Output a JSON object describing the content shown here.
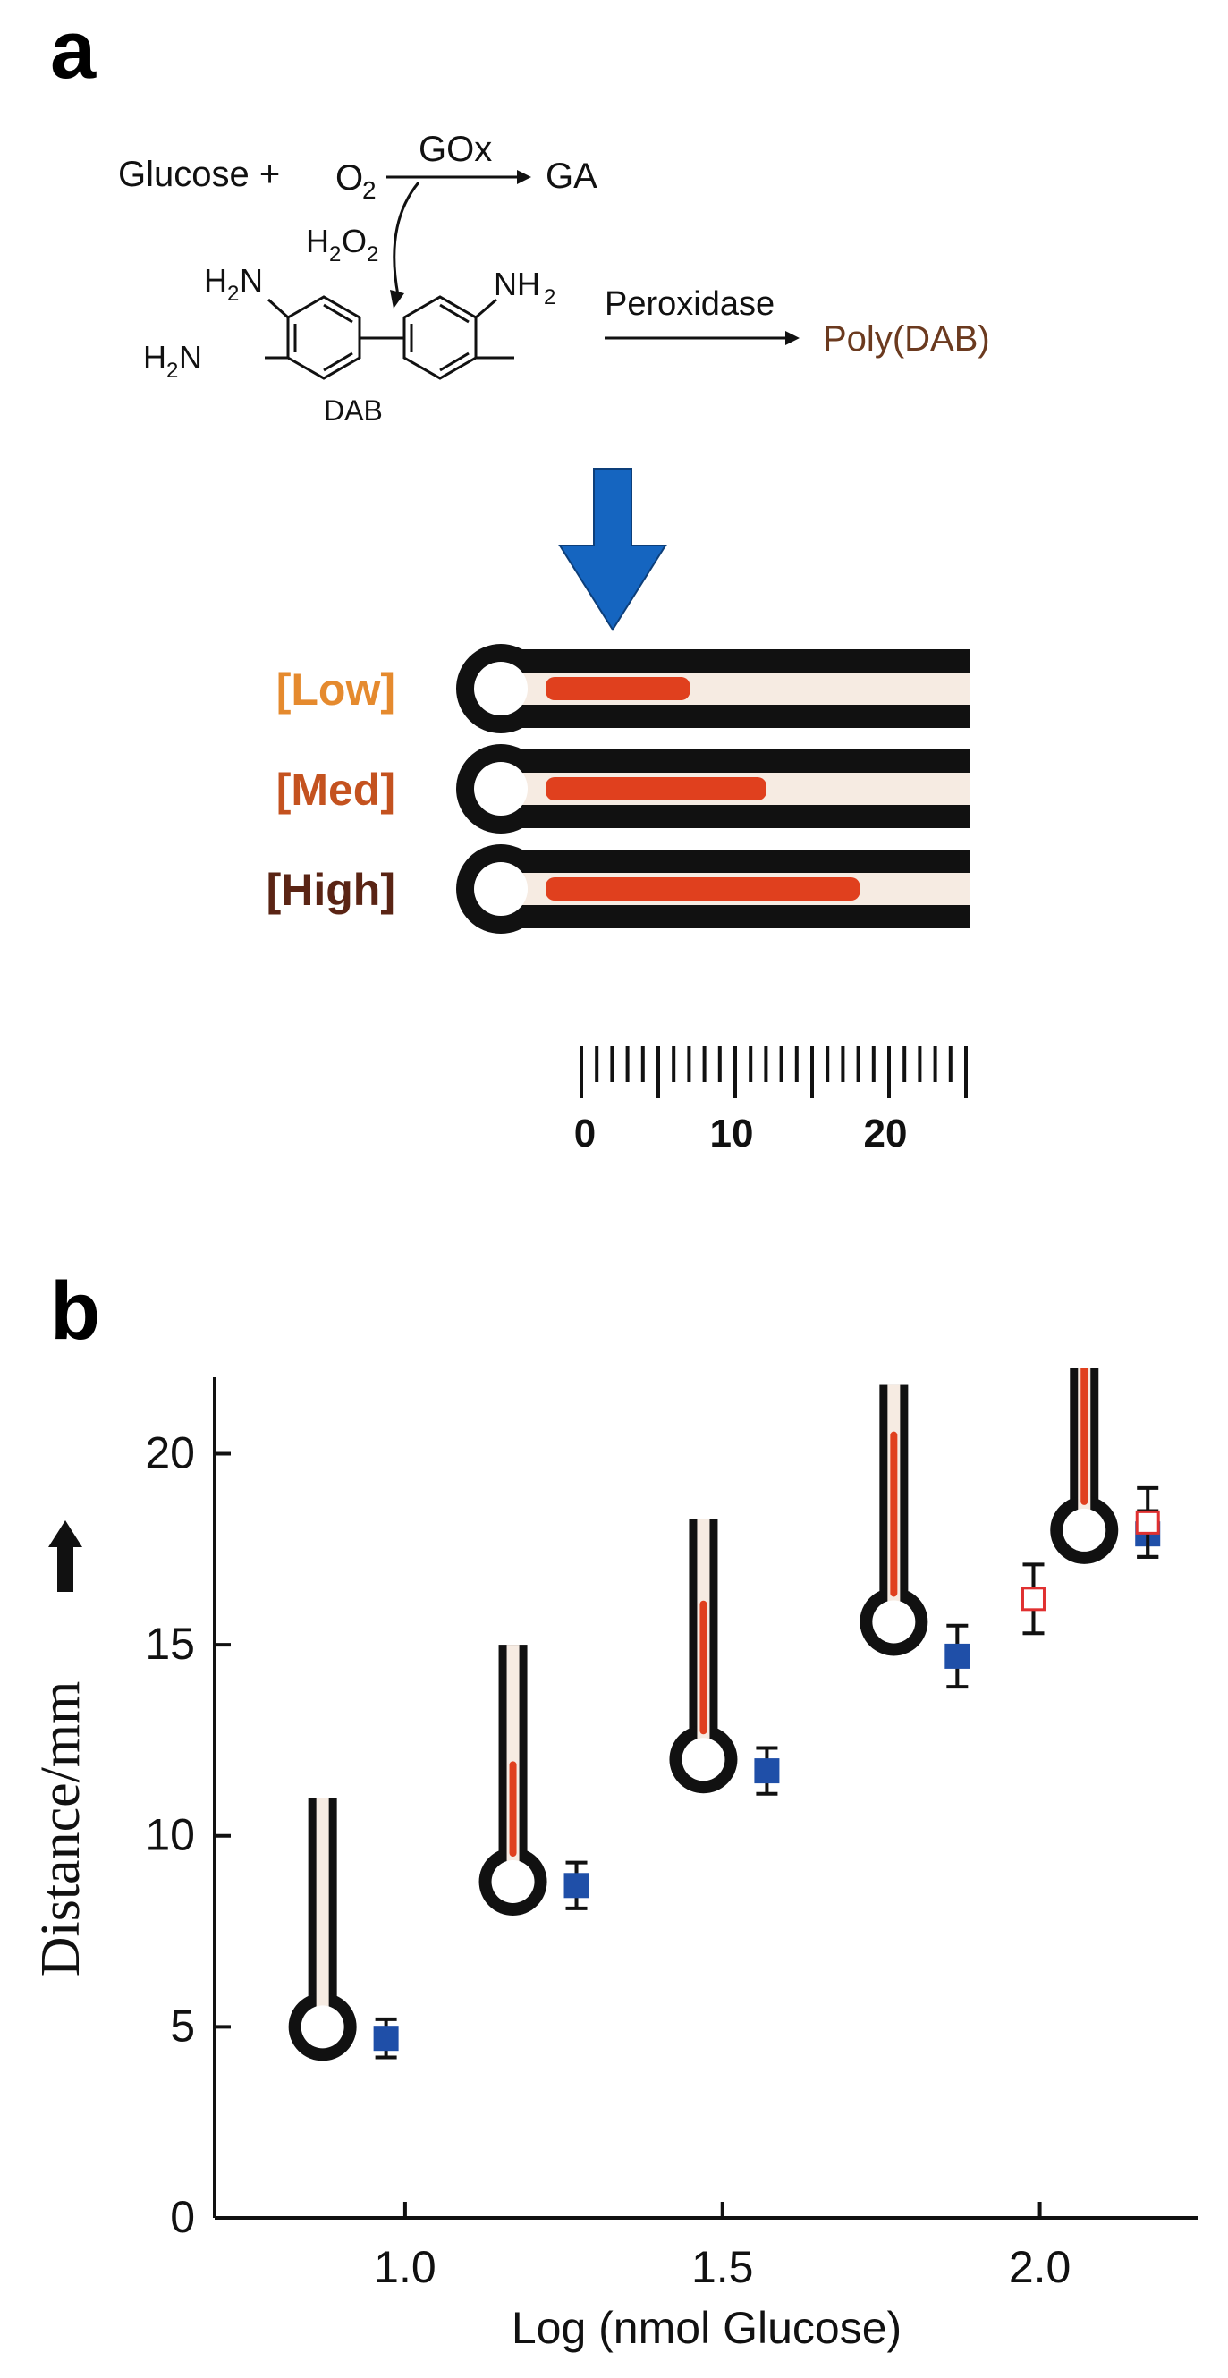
{
  "panel_a": {
    "label": "a",
    "reaction": {
      "glucose_plus": "Glucose +",
      "o2_main": "O",
      "o2_sub": "2",
      "enzyme": "GOx",
      "product": "GA",
      "h2o2_h1": "H",
      "h2o2_sub1": "2",
      "h2o2_o": "O",
      "h2o2_sub2": "2",
      "nh2_left_top": "H",
      "nh2_left_top_sub": "2",
      "nh2_left_top_n": "N",
      "nh2_left_bottom": "H",
      "nh2_left_bottom_sub": "2",
      "nh2_left_bottom_n": "N",
      "nh2_right_n": "NH",
      "nh2_right_sub": "2",
      "dab_label": "DAB",
      "catalyst": "Peroxidase",
      "polymer": "Poly(DAB)"
    },
    "arrow_color": "#1565c0",
    "channels": [
      {
        "label": "[Low]",
        "color": "#e58a2e",
        "fill_fraction": 0.34
      },
      {
        "label": "[Med]",
        "color": "#c4521f",
        "fill_fraction": 0.52
      },
      {
        "label": "[High]",
        "color": "#5a2414",
        "fill_fraction": 0.74
      }
    ],
    "ruler_ticks": [
      "0",
      "10",
      "20"
    ]
  },
  "panel_b": {
    "label": "b",
    "ylabel": "Distance/mm",
    "xlabel": "Log (nmol Glucose)"
  },
  "chart_data": {
    "type": "scatter",
    "title": "",
    "xlabel": "Log (nmol Glucose)",
    "ylabel": "Distance/mm",
    "xlim": [
      0.7,
      2.25
    ],
    "ylim": [
      0,
      22
    ],
    "x_ticks": [
      "1.0",
      "1.5",
      "2.0"
    ],
    "x_tick_values": [
      1.0,
      1.5,
      2.0
    ],
    "y_ticks": [
      "0",
      "5",
      "10",
      "15",
      "20"
    ],
    "y_tick_values": [
      0,
      5,
      10,
      15,
      20
    ],
    "grid": false,
    "series": [
      {
        "marker": "filled-square",
        "color": "#1f4fa8",
        "points": [
          {
            "x": 0.97,
            "y": 4.7,
            "err": 0.5
          },
          {
            "x": 1.27,
            "y": 8.7,
            "err": 0.6
          },
          {
            "x": 1.57,
            "y": 11.7,
            "err": 0.6
          },
          {
            "x": 1.87,
            "y": 14.7,
            "err": 0.8
          },
          {
            "x": 2.17,
            "y": 17.9,
            "err": 0.6
          }
        ]
      },
      {
        "marker": "open-square",
        "color": "#e03030",
        "points": [
          {
            "x": 1.99,
            "y": 16.2,
            "err": 0.9
          },
          {
            "x": 2.17,
            "y": 18.2,
            "err": 0.9
          }
        ]
      }
    ],
    "channel_insets": [
      {
        "x": 0.87,
        "y_base": 5.0,
        "y_top": 11.0,
        "fill_fraction": 0.0
      },
      {
        "x": 1.17,
        "y_base": 8.8,
        "y_top": 15.0,
        "fill_fraction": 0.45
      },
      {
        "x": 1.47,
        "y_base": 12.0,
        "y_top": 18.3,
        "fill_fraction": 0.62
      },
      {
        "x": 1.77,
        "y_base": 15.6,
        "y_top": 21.8,
        "fill_fraction": 0.78
      },
      {
        "x": 2.07,
        "y_base": 18.0,
        "y_top": 22.8,
        "fill_fraction": 0.92
      }
    ]
  }
}
